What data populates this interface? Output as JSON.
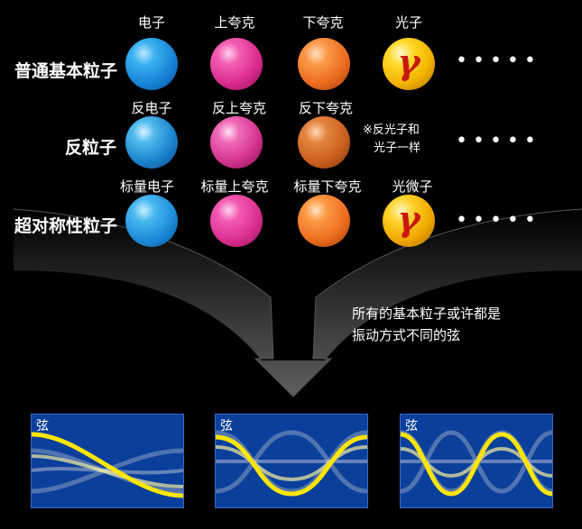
{
  "rows": [
    {
      "label": "普通基本粒子",
      "particles": [
        "电子",
        "上夸克",
        "下夸克",
        "光子"
      ]
    },
    {
      "label": "反粒子",
      "particles": [
        "反电子",
        "反上夸克",
        "反下夸克"
      ]
    },
    {
      "label": "超对称性粒子",
      "particles": [
        "标量电子",
        "标量上夸克",
        "标量下夸克",
        "光微子"
      ]
    }
  ],
  "photon_symbol": "γ",
  "ellipsis": "•••••",
  "antiphoton_note": [
    "※反光子和",
    "光子一样"
  ],
  "caption": [
    "所有的基本粒子或许都是",
    "振动方式不同的弦"
  ],
  "string_label": "弦",
  "colors": {
    "electron": "#1e9be6",
    "up_quark": "#e8399a",
    "down_quark": "#f07a2a",
    "photon": "#f4c20d",
    "panel_bg": "#0a3f9c",
    "string": "#ffe600"
  }
}
